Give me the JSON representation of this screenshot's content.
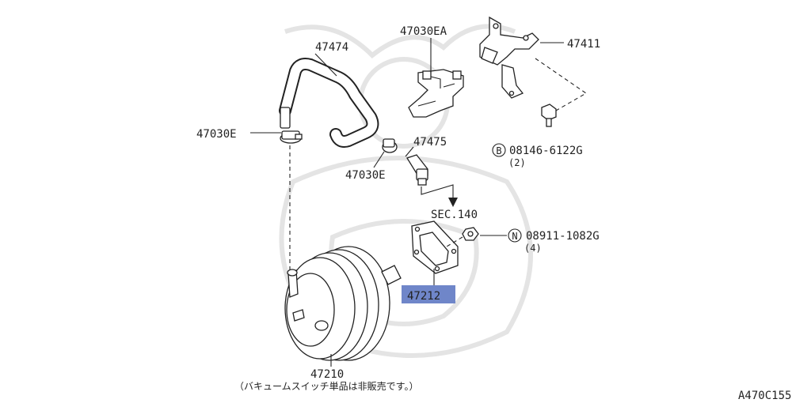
{
  "labels": {
    "hose": "47474",
    "clip_upper": "47030EA",
    "bracket": "47411",
    "clamp_left": "47030E",
    "clamp_mid": "47030E",
    "check_valve": "47475",
    "bolt_code": "08146-6122G",
    "bolt_qty": "(2)",
    "bolt_prefix": "B",
    "section": "SEC.140",
    "nut_code": "08911-1082G",
    "nut_qty": "(4)",
    "nut_prefix": "N",
    "gasket": "47212",
    "booster": "47210",
    "footnote": "（バキュームスイッチ単品は非販売です。）",
    "diagram_code": "A470C155"
  },
  "colors": {
    "line": "#222222",
    "highlight": "#6f86c9",
    "watermark": "#e4e4e4"
  }
}
